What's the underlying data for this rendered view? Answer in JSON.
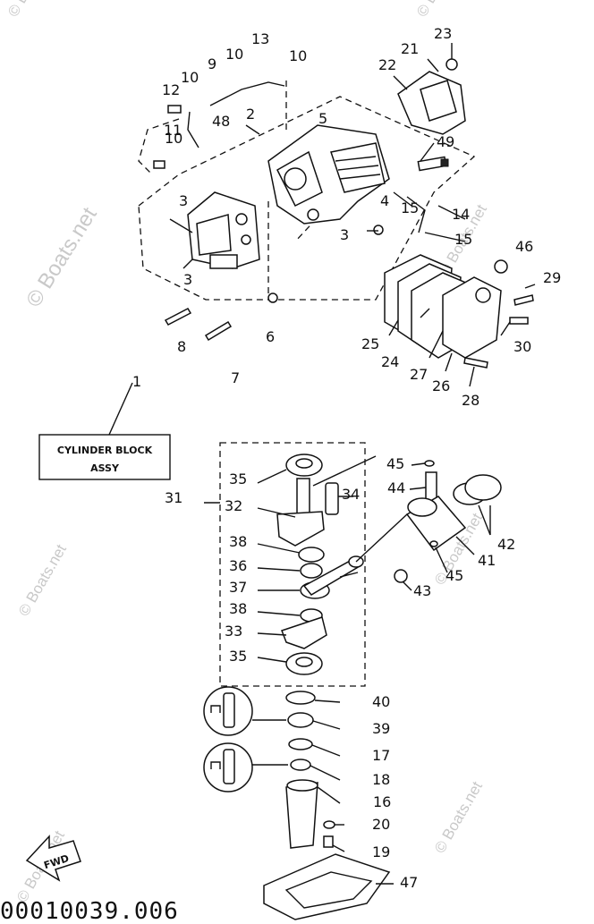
{
  "watermark": "© Boats.net",
  "assy_box": {
    "line1": "CYLINDER BLOCK",
    "line2": "ASSY"
  },
  "fwd_label": "FWD",
  "drawing_code": "00010039.006",
  "callouts": [
    "1",
    "2",
    "3",
    "3",
    "3",
    "4",
    "5",
    "6",
    "7",
    "8",
    "9",
    "10",
    "10",
    "10",
    "10",
    "11",
    "12",
    "13",
    "14",
    "15",
    "15",
    "16",
    "17",
    "18",
    "19",
    "20",
    "21",
    "22",
    "23",
    "24",
    "25",
    "26",
    "27",
    "28",
    "29",
    "30",
    "31",
    "32",
    "33",
    "34",
    "35",
    "35",
    "36",
    "37",
    "38",
    "38",
    "39",
    "40",
    "41",
    "42",
    "43",
    "44",
    "45",
    "45",
    "46",
    "47",
    "48",
    "49"
  ]
}
